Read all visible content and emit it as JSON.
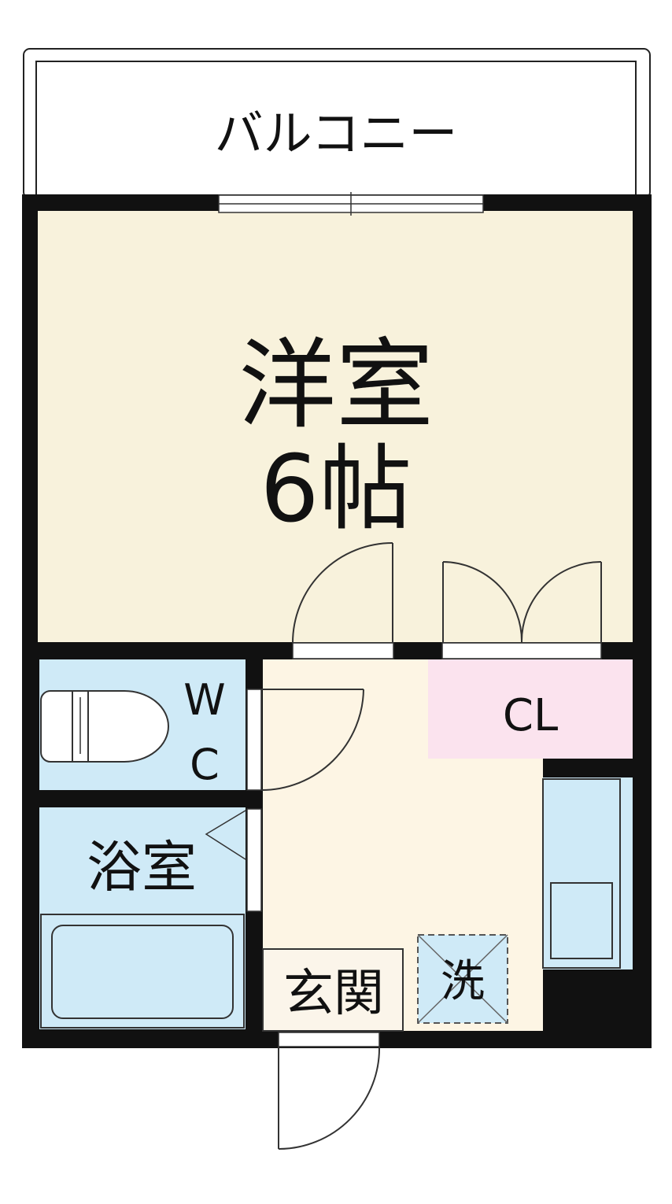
{
  "rooms": {
    "balcony": "バルコニー",
    "western_room": "洋室",
    "western_room_size": "6帖",
    "wc_w": "W",
    "wc_c": "C",
    "closet": "CL",
    "bathroom": "浴室",
    "entrance": "玄関",
    "washer": "洗"
  },
  "colors": {
    "wall": "#111111",
    "western_room": "#f8f2dc",
    "hall": "#fdf5e4",
    "water_area": "#cfeaf7",
    "closet": "#fbe3ee",
    "entrance_floor": "#fbf5ea",
    "balcony": "#ffffff"
  }
}
